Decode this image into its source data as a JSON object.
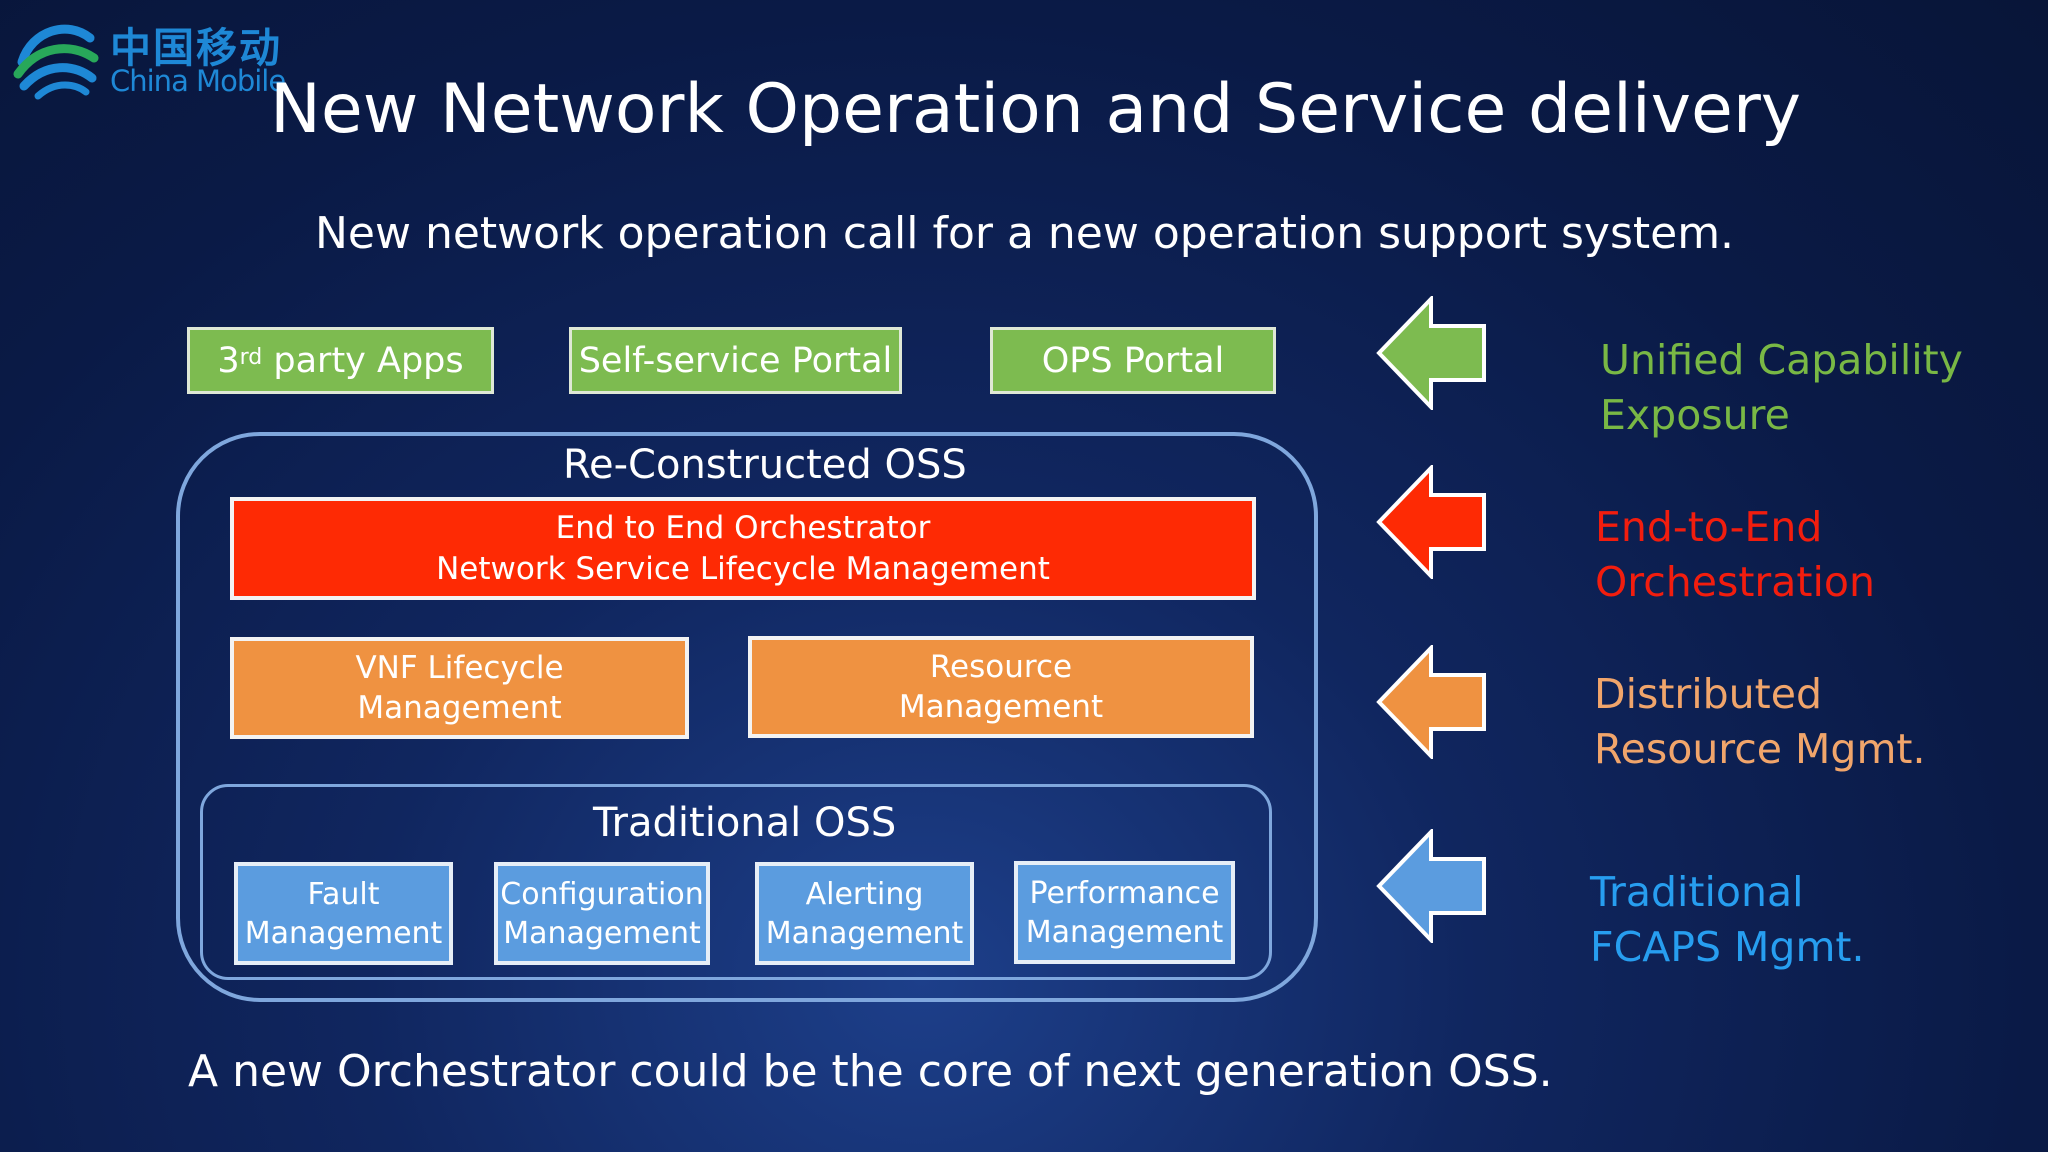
{
  "logo": {
    "cn": "中国移动",
    "en": "China Mobile"
  },
  "title": "New Network Operation and Service delivery",
  "subtitle": "New network operation call for a new operation support system.",
  "portals": {
    "third_party_pre": "3",
    "third_party_sup": "rd",
    "third_party_post": " party Apps",
    "self_service": "Self-service Portal",
    "ops": "OPS Portal"
  },
  "reconstructed": {
    "title": "Re-Constructed OSS",
    "orchestrator": {
      "line1": "End to End Orchestrator",
      "line2": "Network Service Lifecycle Management"
    },
    "vnf": {
      "line1": "VNF Lifecycle",
      "line2": "Management"
    },
    "resource": {
      "line1": "Resource",
      "line2": "Management"
    }
  },
  "traditional": {
    "title": "Traditional OSS",
    "fault": {
      "line1": "Fault",
      "line2": "Management"
    },
    "config": {
      "line1": "Configuration",
      "line2": "Management"
    },
    "alerting": {
      "line1": "Alerting",
      "line2": "Management"
    },
    "performance": {
      "line1": "Performance",
      "line2": "Management"
    }
  },
  "side_labels": {
    "capability": {
      "line1": "Unified Capability",
      "line2": "Exposure",
      "color": "#79b845"
    },
    "e2e": {
      "line1": "End-to-End",
      "line2": "Orchestration",
      "color": "#f21d0e"
    },
    "distributed": {
      "line1": "Distributed",
      "line2": "Resource Mgmt.",
      "color": "#f1a56b"
    },
    "fcaps": {
      "line1": "Traditional",
      "line2": "FCAPS Mgmt.",
      "color": "#279ef0"
    }
  },
  "arrow_colors": {
    "green": "#7dbb50",
    "red": "#fe2a04",
    "orange": "#ef9241",
    "blue": "#5b9cdf"
  },
  "footer": "A new Orchestrator could be the core of next generation OSS."
}
